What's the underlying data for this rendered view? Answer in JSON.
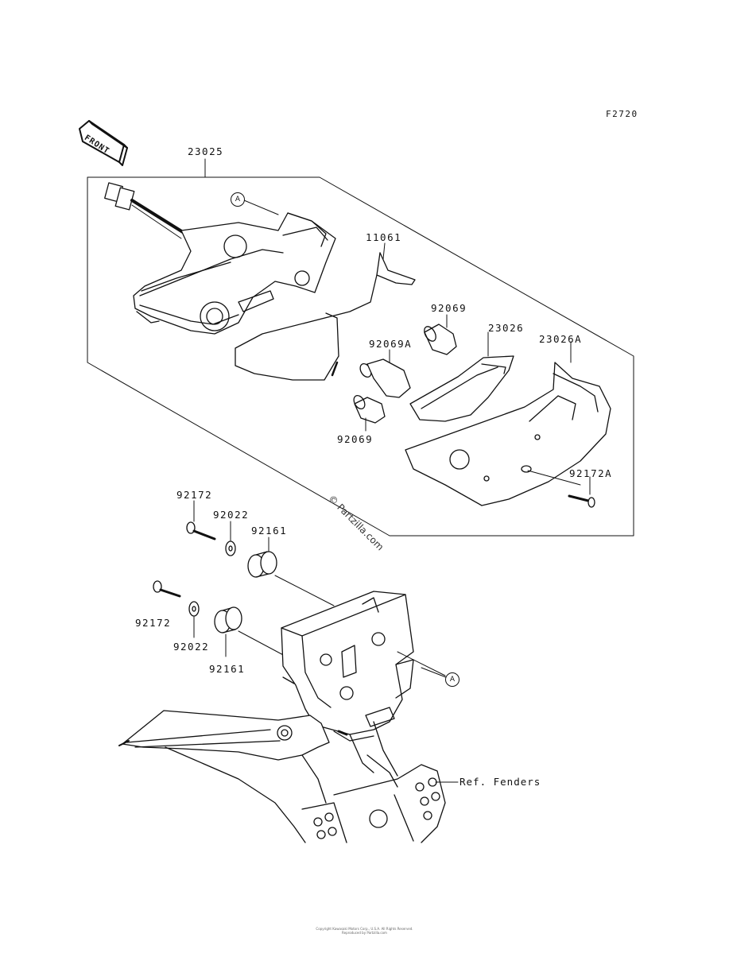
{
  "figure_code": "F2720",
  "front_label": "FRONT",
  "watermark": "© Partzilla.com",
  "callouts": {
    "upper": "A",
    "lower": "A"
  },
  "parts": {
    "tail_lamp_assy": "23025",
    "wiring_harness": "11061",
    "bulb_upper": "92069",
    "bulb_middle": "92069A",
    "bulb_lower": "92069",
    "cover_inner": "23026",
    "cover_outer": "23026A",
    "screw_cover": "92172A",
    "screw_upper": "92172",
    "washer_upper": "92022",
    "grommet_upper": "92161",
    "screw_lower": "92172",
    "washer_lower": "92022",
    "grommet_lower": "92161"
  },
  "ref_fenders": "Ref. Fenders",
  "footer_line1": "Copyright Kawasaki Motors Corp., U.S.A. All Rights Reserved.",
  "footer_line2": "Reproduced by Partzilla.com"
}
